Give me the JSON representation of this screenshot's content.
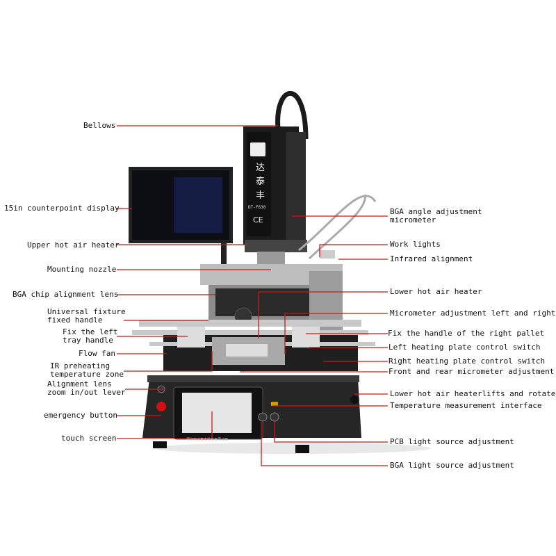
{
  "colors": {
    "leader_line": "#c81818",
    "machine_dark": "#1c1c1c",
    "machine_mid": "#3a3a3a",
    "machine_light": "#b9b9b9",
    "frame_gray": "#8c8c8c",
    "screen_blue": "#1d2a6a",
    "emergency_red": "#d01010"
  },
  "machine": {
    "brand_chars": "达\n泰\n丰",
    "model": "DT-F630",
    "ce_mark": "CE",
    "company_line": "深圳市达泰丰科技有限公司"
  },
  "labels": {
    "bellows": "Bellows",
    "display": "15in counterpoint display",
    "upper_heater": "Upper hot air heater",
    "nozzle": "Mounting nozzle",
    "bga_lens": "BGA chip alignment lens",
    "fixture_handle": "Universal fixture\nfixed handle",
    "left_tray": "Fix the left\ntray handle",
    "flow_fan": "Flow fan",
    "ir_zone": "IR preheating\ntemperature zone",
    "lens_zoom": "Alignment lens\nzoom in/out lever",
    "emergency": "emergency button",
    "touch_screen": "touch screen",
    "bga_angle": "BGA angle adjustment\nmicrometer",
    "work_lights": "Work lights",
    "infrared": "Infrared alignment",
    "lower_heater": "Lower hot air heater",
    "micro_lr": "Micrometer adjustment left and right",
    "right_pallet": "Fix the handle of the right pallet",
    "left_switch": "Left heating plate control switch",
    "right_switch": "Right heating plate control switch",
    "micro_fr": "Front and rear micrometer adjustment",
    "lower_lift": "Lower hot air heaterlifts and rotates",
    "temp_iface": "Temperature measurement interface",
    "pcb_light": "PCB light source adjustment",
    "bga_light": "BGA light source adjustment"
  }
}
